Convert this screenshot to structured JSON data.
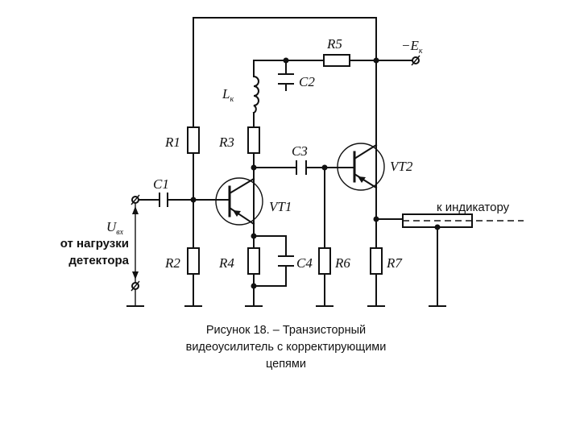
{
  "labels": {
    "r1": "R1",
    "r2": "R2",
    "r3": "R3",
    "r4": "R4",
    "r5": "R5",
    "r6": "R6",
    "r7": "R7",
    "c1": "C1",
    "c2": "C2",
    "c3": "C3",
    "c4": "C4",
    "lk": "L",
    "lk_sub": "к",
    "vt1": "VT1",
    "vt2": "VT2",
    "ek_prefix": "−E",
    "ek_sub": "к",
    "uvx": "U",
    "uvx_sub": "вх",
    "input_line1": "от нагрузки",
    "input_line2": "детектора",
    "output_label": "к индикатору"
  },
  "caption": {
    "line1": "Рисунок 18.   – Транзисторный",
    "line2": "видеоусилитель с корректирующими",
    "line3": "цепями"
  }
}
